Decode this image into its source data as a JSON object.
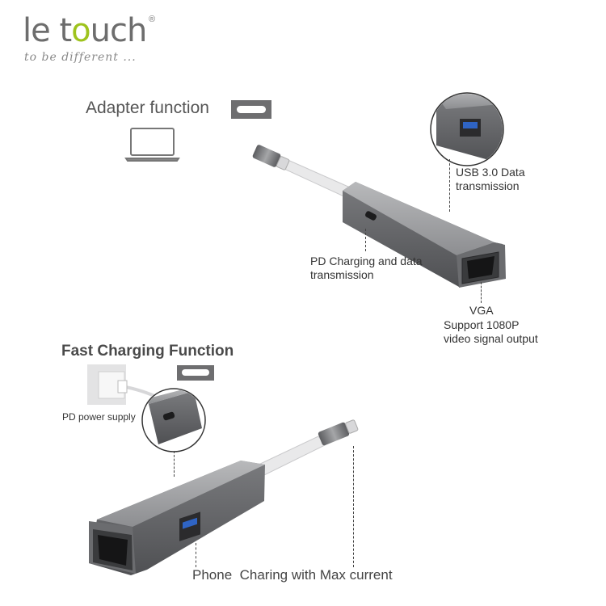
{
  "brand": {
    "name_part1": "le t",
    "name_highlight": "o",
    "name_part2": "uch",
    "registered": "®",
    "tagline": "to be different ...",
    "accent_color": "#9ec31d"
  },
  "section_adapter": {
    "title": "Adapter function",
    "icon": "usb-c-port-icon",
    "device_icon": "laptop-icon"
  },
  "callouts": {
    "usb": "USB 3.0 Data transmission",
    "pd": "PD Charging and data transmission",
    "vga_title": "VGA",
    "vga_desc": "Support 1080P video signal output"
  },
  "section_charging": {
    "title": "Fast Charging Function",
    "icon": "usb-c-port-icon",
    "power_label": "PD power supply",
    "phone_label": "Phone  Charing with Max current"
  }
}
